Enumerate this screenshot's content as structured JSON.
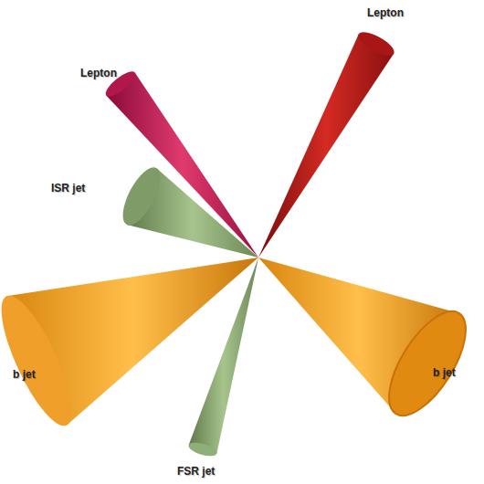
{
  "diagram": {
    "labels": [
      "Lepton",
      "Lepton",
      "ISR jet",
      "b jet",
      "b jet",
      "FSR jet"
    ]
  }
}
